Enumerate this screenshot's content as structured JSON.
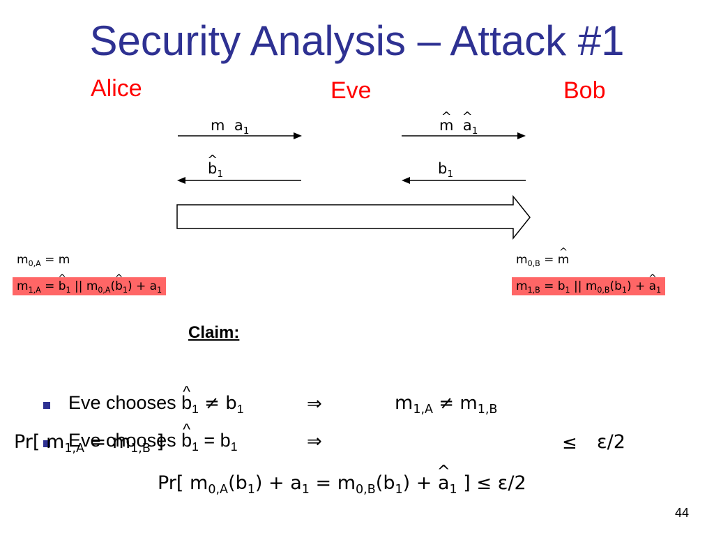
{
  "slide": {
    "title": "Security Analysis – Attack #1",
    "page_number": "44",
    "colors": {
      "title": "#2e3192",
      "party": "#ff0000",
      "highlight": "#ff6666"
    }
  },
  "parties": {
    "alice": "Alice",
    "eve": "Eve",
    "bob": "Bob"
  },
  "messages": {
    "alice_to_eve": {
      "m": "m",
      "a": "a",
      "a_sub": "1"
    },
    "eve_to_bob": {
      "m": "m",
      "a": "a",
      "a_sub": "1"
    },
    "eve_to_alice": {
      "b": "b",
      "b_sub": "1"
    },
    "bob_to_eve": {
      "b": "b",
      "b_sub": "1"
    }
  },
  "alice_eq": {
    "line1": {
      "lhs": "m",
      "lhs_sub": "0,A",
      "rhs": " = m"
    },
    "line2": {
      "lhs": "m",
      "lhs_sub": "1,A",
      "eq": " = ",
      "b": "b",
      "b_sub": "1",
      "mid": " || m",
      "mid_sub": "0,A",
      "paren_open": "(",
      "b2": "b",
      "b2_sub": "1",
      "paren_close": ") + a",
      "a_sub": "1"
    }
  },
  "bob_eq": {
    "line1": {
      "lhs": "m",
      "lhs_sub": "0,B",
      "eq": " = ",
      "rhs": "m"
    },
    "line2": {
      "lhs": "m",
      "lhs_sub": "1,B",
      "eq": " = b",
      "b_sub": "1",
      "mid": " || m",
      "mid_sub": "0,B",
      "paren": "(b",
      "paren_sub": "1",
      "close": ") + ",
      "a": "a",
      "a_sub": "1"
    }
  },
  "claim": {
    "label": "Claim:"
  },
  "bullets": [
    {
      "text": "Eve chooses ",
      "b": "b",
      "b_sub": "1",
      "rel": " ≠ b",
      "rel_sub": "1",
      "implies": "⇒",
      "result": "m",
      "result_sub": "1,A",
      "neq": " ≠ m",
      "neq_sub": "1,B"
    },
    {
      "text": "Eve chooses ",
      "b": "b",
      "b_sub": "1",
      "rel": " = b",
      "rel_sub": "1",
      "implies": "⇒"
    }
  ],
  "overlap_line": {
    "prefix": "Pr[ m",
    "sub": "1,A",
    "mid": " = m",
    "sub2": "1,B",
    "close": " ]",
    "leq": "≤",
    "eps": "ε/2"
  },
  "final_line": {
    "t1": "Pr[ m",
    "s1": "0,A",
    "t2": "(b",
    "s2": "1",
    "t3": ") + a",
    "s3": "1",
    "t4": " = m",
    "s4": "0,B",
    "t5": "(b",
    "s5": "1",
    "t6": ") + ",
    "a": "a",
    "s6": "1",
    "t7": " ] ",
    "leq": "≤",
    "eps": " ε/2"
  }
}
